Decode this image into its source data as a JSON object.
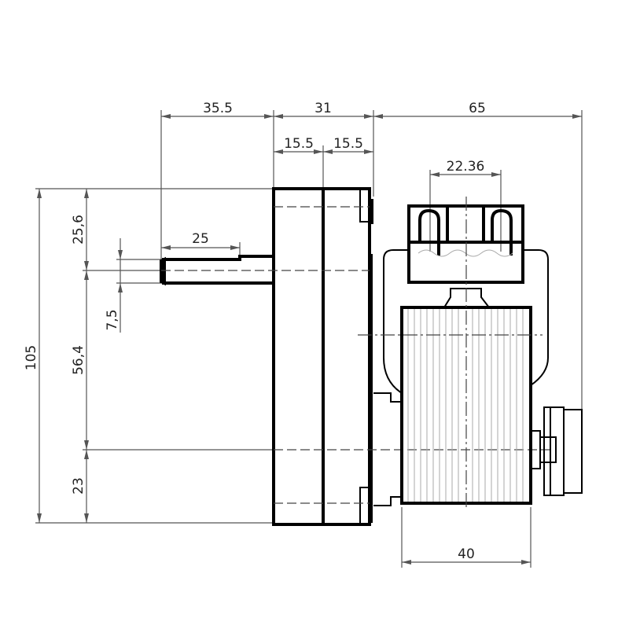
{
  "drawing": {
    "dimensions": {
      "shaft_offset": "35.5",
      "gearbox_width": "31",
      "motor_depth": "65",
      "gearbox_half_left": "15.5",
      "gearbox_half_right": "15.5",
      "terminal_spacing": "22.36",
      "total_height": "105",
      "top_to_shaft": "25,6",
      "shaft_to_mount": "56,4",
      "mount_to_bottom": "23",
      "shaft_length": "25",
      "shaft_diameter": "7,5",
      "stator_width": "40"
    },
    "colors": {
      "line": "#000000",
      "dimension": "#555555"
    }
  }
}
